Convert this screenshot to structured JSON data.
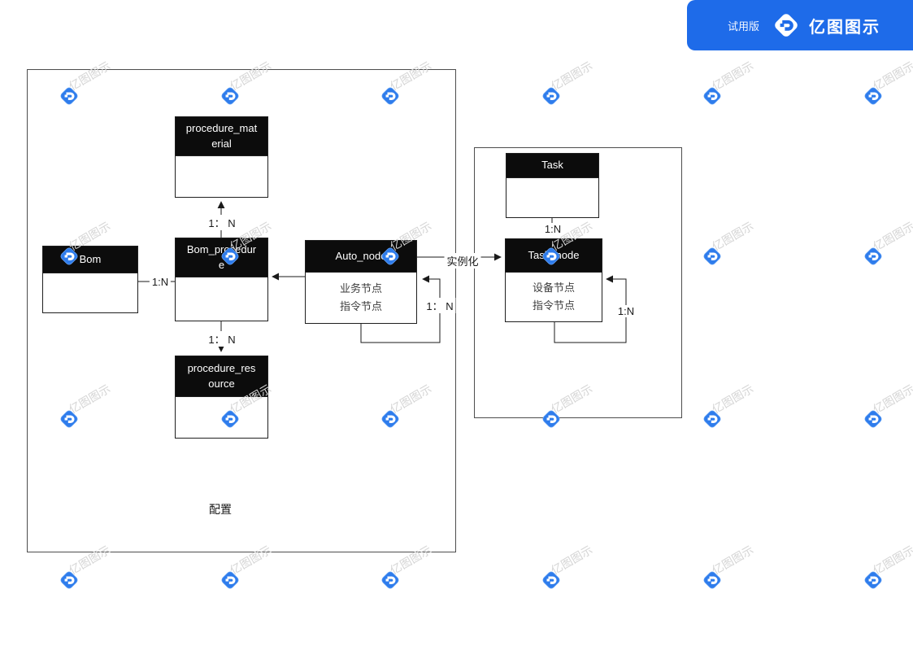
{
  "app": {
    "trial_badge": "试用版",
    "brand": "亿图图示"
  },
  "watermark": {
    "text": "亿图图示",
    "icon": "edraw-diamond-icon"
  },
  "colors": {
    "brand_blue": "#1e6be9",
    "watermark_blue": "#2e7cec",
    "entity_header_black": "#0c0c0c",
    "watermark_text_gray": "#d5d5d5"
  },
  "diagram": {
    "config_container_label": "配置",
    "entities": {
      "procedure_material": {
        "title": "procedure_material"
      },
      "bom": {
        "title": "Bom"
      },
      "bom_procedure": {
        "title": "Bom_procedure"
      },
      "auto_node": {
        "title": "Auto_node",
        "rows": [
          "业务节点",
          "指令节点"
        ]
      },
      "procedure_resource": {
        "title": "procedure_resource"
      },
      "task": {
        "title": "Task"
      },
      "task_node": {
        "title": "Task_node",
        "rows": [
          "设备节点",
          "指令节点"
        ]
      }
    },
    "connector_labels": {
      "bom_to_bom_procedure": "1:N",
      "bom_procedure_to_procedure_material": "1： N",
      "bom_procedure_to_procedure_resource": "1： N",
      "auto_node_self": "1： N",
      "auto_node_to_task_node": "实例化",
      "task_to_task_node": "1:N",
      "task_node_self": "1:N"
    }
  }
}
